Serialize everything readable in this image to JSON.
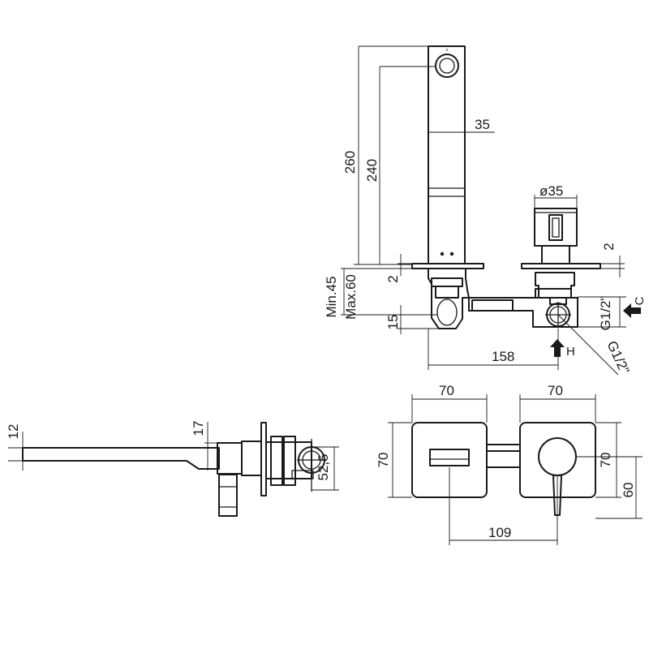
{
  "dimensions": {
    "total_height": "260",
    "spout_height": "240",
    "spout_width": "35",
    "handle_diameter": "ø35",
    "plate_thickness_spout": "2",
    "plate_thickness_handle": "2",
    "wall_depth_min": "Min.45",
    "wall_depth_max": "Max.60",
    "inlet_offset": "15",
    "body_length": "158",
    "cold_inlet_size": "G1/2\"",
    "hot_inlet_size": "G1/2\"",
    "spout_projection_height": "12",
    "side_lever_height": "17",
    "body_depth": "52,5",
    "plate_width_left": "70",
    "plate_width_right": "70",
    "plate_height_left": "70",
    "plate_height_right": "70",
    "handle_plate_offset": "60",
    "center_distance": "109"
  },
  "markers": {
    "cold": "C",
    "hot": "H"
  }
}
